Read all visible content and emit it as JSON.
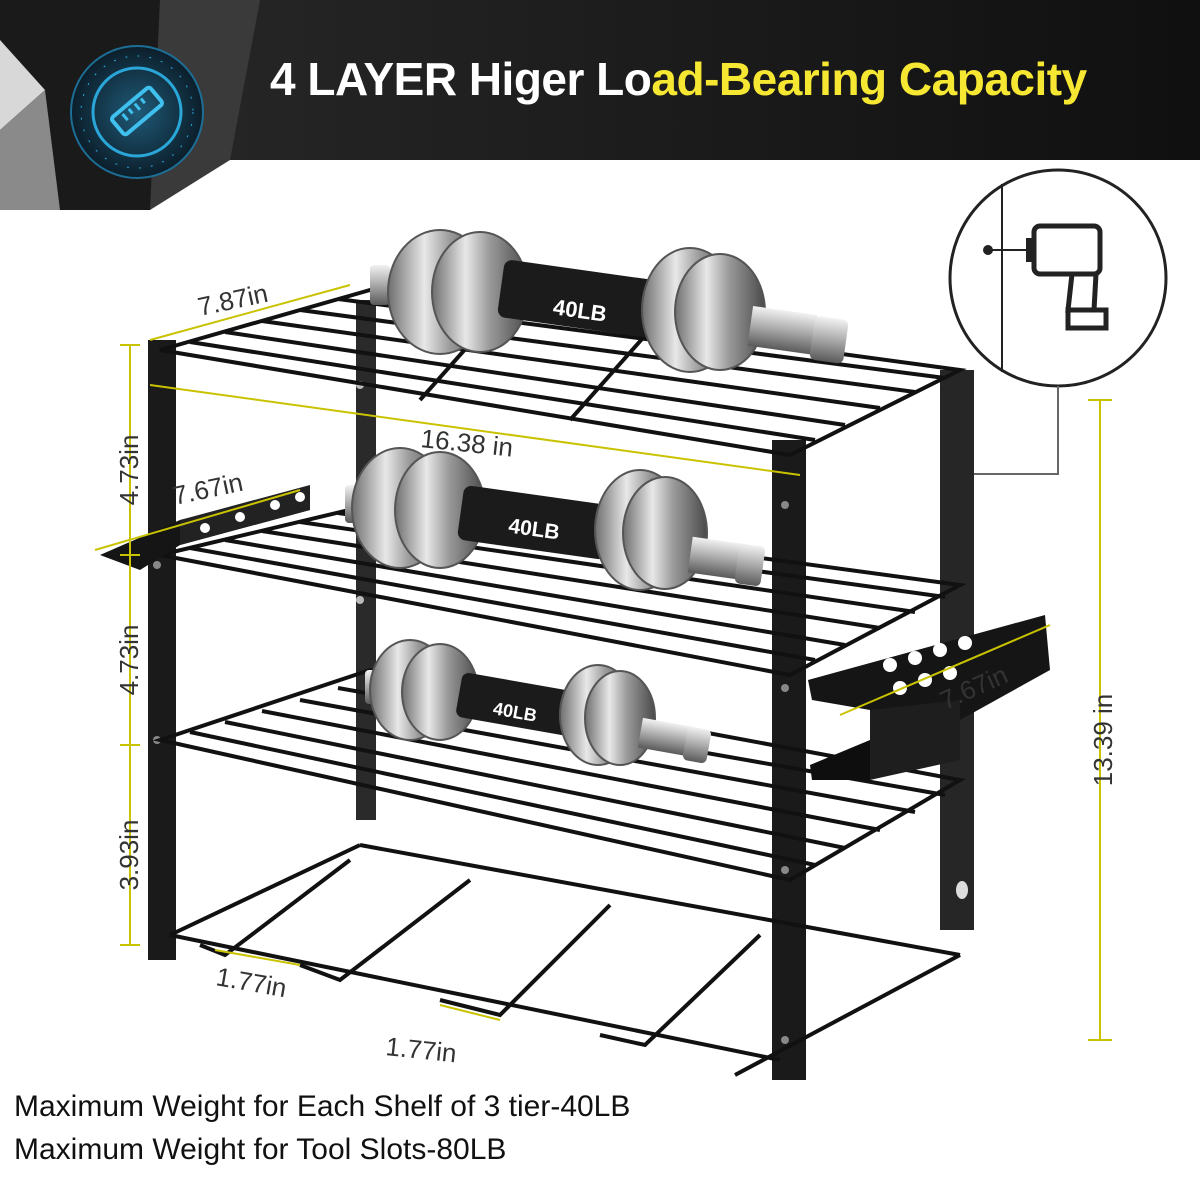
{
  "banner": {
    "title_white": "4 LAYER Higer Lo",
    "title_yellow": "ad-Bearing Capacity",
    "icon": "ruler-icon",
    "colors": {
      "background": "#141414",
      "accent": "#f6e733",
      "icon_ring": "#2aa7d8"
    }
  },
  "drill_icon": "drill-icon",
  "dimensions": {
    "top_depth": "7.87in",
    "width": "16.38 in",
    "side_depth": "7.67in",
    "right_depth": "7.67in",
    "height_total": "13.39 in",
    "gap_1": "4.73in",
    "gap_2": "4.73in",
    "gap_3": "3.93in",
    "slot_1": "1.77in",
    "slot_2": "1.77in"
  },
  "dumbbells": [
    "40LB",
    "40LB",
    "40LB"
  ],
  "notes": [
    "Maximum Weight for Each Shelf of 3 tier-40LB",
    "Maximum Weight for Tool Slots-80LB"
  ]
}
